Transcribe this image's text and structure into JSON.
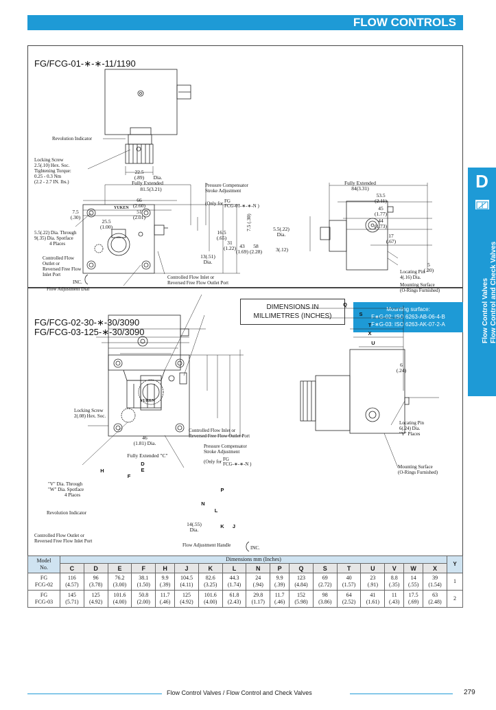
{
  "header": {
    "title": "FLOW CONTROLS"
  },
  "side_tab": {
    "letter": "D",
    "line1": "Flow Control Valves",
    "line2": "Flow Control and Check Valves"
  },
  "section_top": {
    "model": "FG/FCG-01-∗-∗-11/1190",
    "labels": {
      "revolution_indicator": "Revolution Indicator",
      "locking_screw": [
        "Locking Screw",
        "2.5(.10) Hex. Soc.",
        "Tightening Torque:",
        "0.25 - 0.3 Nm",
        "(2.2 - 2.7 IN. lbs.)"
      ],
      "fully_extended_left": "Fully Extended",
      "pressure_comp": [
        "Pressure Compensator",
        "Stroke Adjustment"
      ],
      "only_for": "(Only for",
      "fg": "FG",
      "fcg_code": "FCG-01-∗-∗-N )",
      "through": [
        "5.5(.22) Dia. Through",
        "9(.35) Dia. Spotface",
        "4 Places"
      ],
      "controlled_flow": [
        "Controlled Flow",
        "Outlet or",
        "Reversed Free Flow",
        "Inlet Port"
      ],
      "inc": "INC.",
      "adj_dial": "Flow Adjustment Dial",
      "inlet_port": [
        "Controlled Flow Inlet or",
        "Reversed Free Flow Outlet Port"
      ],
      "fully_extended_right": "Fully Extended",
      "locating_pin": [
        "Locating Pin",
        "4(.16) Dia."
      ],
      "mounting_surface": [
        "Mounting Surface",
        "(O-Rings Furnished)"
      ],
      "yuken": "YUKEN"
    },
    "dims": {
      "d22_5": "22.5",
      "d22_5i": "(.89)",
      "dia": "Dia.",
      "d81_5": "81.5(3.21)",
      "d66": "66",
      "d66i": "(2.60)",
      "d51": "51",
      "d51i": "(2.01)",
      "d7_5": "7.5",
      "d7_5i": "(.30)",
      "d25_5": "25.5",
      "d25_5i": "(1.00)",
      "v7_5": "7.5",
      "v7_5i": "(.30)",
      "v16_5": "16.5",
      "v16_5i": "(.65)",
      "v31": "31",
      "v31i": "(1.22)",
      "v43": "43",
      "v43i": "(1.69)",
      "v58": "58",
      "v58i": "(2.28)",
      "v13": "13(.51)",
      "v13d": "Dia.",
      "r84": "84(3.31)",
      "r53_5": "53.5",
      "r53_5i": "(2.11)",
      "r45": "45",
      "r45i": "(1.77)",
      "r44": "44",
      "r44i": "(1.73)",
      "r17": "17",
      "r17i": "(.67)",
      "r5": "5",
      "r5i": "(.20)",
      "r5_5": "5.5(.22)",
      "r5_5d": "Dia.",
      "r3": "3(.12)"
    }
  },
  "dimensions_box": {
    "line1": "DIMENSIONS IN",
    "line2": "MILLIMETRES (INCHES)"
  },
  "mounting_box": {
    "title": "Mounting surface:",
    "line1": "F∗G-02: ISO 6263-AB-06-4-B",
    "line2": "F∗G-03: ISO 6263-AK-07-2-A"
  },
  "section_bottom": {
    "model1": "FG/FCG-02-30-∗-30/3090",
    "model2": "FG/FCG-03-125-∗-30/3090",
    "labels": {
      "locking_screw": [
        "Locking Screw",
        "2(.08) Hex. Soc."
      ],
      "inlet_port": [
        "Controlled Flow Inlet or",
        "Reversed Free Flow Outlet Port"
      ],
      "pressure_comp": [
        "Pressure Compensator",
        "Stroke Adjustment"
      ],
      "only_for": "(Only for",
      "fg": "FG",
      "fcg_code": "FCG-∗-∗-N )",
      "fully_extended": "Fully Extended \"C\"",
      "through": [
        "\"V\" Dia. Through",
        "\"W\" Dia. Spotface",
        "4 Places"
      ],
      "revolution_indicator": "Revolution Indicator",
      "outlet_port": [
        "Controlled Flow Outlet or",
        "Reversed Free Flow Inlet Port"
      ],
      "adj_handle": "Flow Adjustment Handle",
      "inc": "INC.",
      "locating_pin": [
        "Locating Pin",
        "6(.24) Dia.",
        "\"Y\" Places"
      ],
      "mounting_surface": [
        "Mounting Surface",
        "(O-Rings Furnished)"
      ],
      "yuken": "YUKEN"
    },
    "dims": {
      "d46": "46",
      "d46i": "(1.81) Dia.",
      "D": "D",
      "E": "E",
      "F": "F",
      "H": "H",
      "P": "P",
      "N": "N",
      "L": "L",
      "K": "K",
      "J": "J",
      "v14": "14(.55)",
      "v14d": "Dia.",
      "Q": "Q",
      "S": "S",
      "T": "T",
      "X": "X",
      "U": "U",
      "r6": "6",
      "r6i": "(.24)"
    }
  },
  "table": {
    "model_header": [
      "Model",
      "No."
    ],
    "dims_header": "Dimensions   mm (Inches)",
    "columns": [
      "C",
      "D",
      "E",
      "F",
      "H",
      "J",
      "K",
      "L",
      "N",
      "P",
      "Q",
      "S",
      "T",
      "U",
      "V",
      "W",
      "X"
    ],
    "y_header": "Y",
    "rows": [
      {
        "model_fg": "FG",
        "model_fcg": "FCG",
        "sub": "-02",
        "cells": [
          [
            "116",
            "(4.57)"
          ],
          [
            "96",
            "(3.78)"
          ],
          [
            "76.2",
            "(3.00)"
          ],
          [
            "38.1",
            "(1.50)"
          ],
          [
            "9.9",
            "(.39)"
          ],
          [
            "104.5",
            "(4.11)"
          ],
          [
            "82.6",
            "(3.25)"
          ],
          [
            "44.3",
            "(1.74)"
          ],
          [
            "24",
            "(.94)"
          ],
          [
            "9.9",
            "(.39)"
          ],
          [
            "123",
            "(4.84)"
          ],
          [
            "69",
            "(2.72)"
          ],
          [
            "40",
            "(1.57)"
          ],
          [
            "23",
            "(.91)"
          ],
          [
            "8.8",
            "(.35)"
          ],
          [
            "14",
            "(.55)"
          ],
          [
            "39",
            "(1.54)"
          ]
        ],
        "y": "1"
      },
      {
        "model_fg": "FG",
        "model_fcg": "FCG",
        "sub": "-03",
        "cells": [
          [
            "145",
            "(5.71)"
          ],
          [
            "125",
            "(4.92)"
          ],
          [
            "101.6",
            "(4.00)"
          ],
          [
            "50.8",
            "(2.00)"
          ],
          [
            "11.7",
            "(.46)"
          ],
          [
            "125",
            "(4.92)"
          ],
          [
            "101.6",
            "(4.00)"
          ],
          [
            "61.8",
            "(2.43)"
          ],
          [
            "29.8",
            "(1.17)"
          ],
          [
            "11.7",
            "(.46)"
          ],
          [
            "152",
            "(5.98)"
          ],
          [
            "98",
            "(3.86)"
          ],
          [
            "64",
            "(2.52)"
          ],
          [
            "41",
            "(1.61)"
          ],
          [
            "11",
            "(.43)"
          ],
          [
            "17.5",
            "(.69)"
          ],
          [
            "63",
            "(2.48)"
          ]
        ],
        "y": "2"
      }
    ]
  },
  "footer": {
    "text": "Flow Control Valves / Flow Control and Check Valves",
    "page": "279"
  }
}
